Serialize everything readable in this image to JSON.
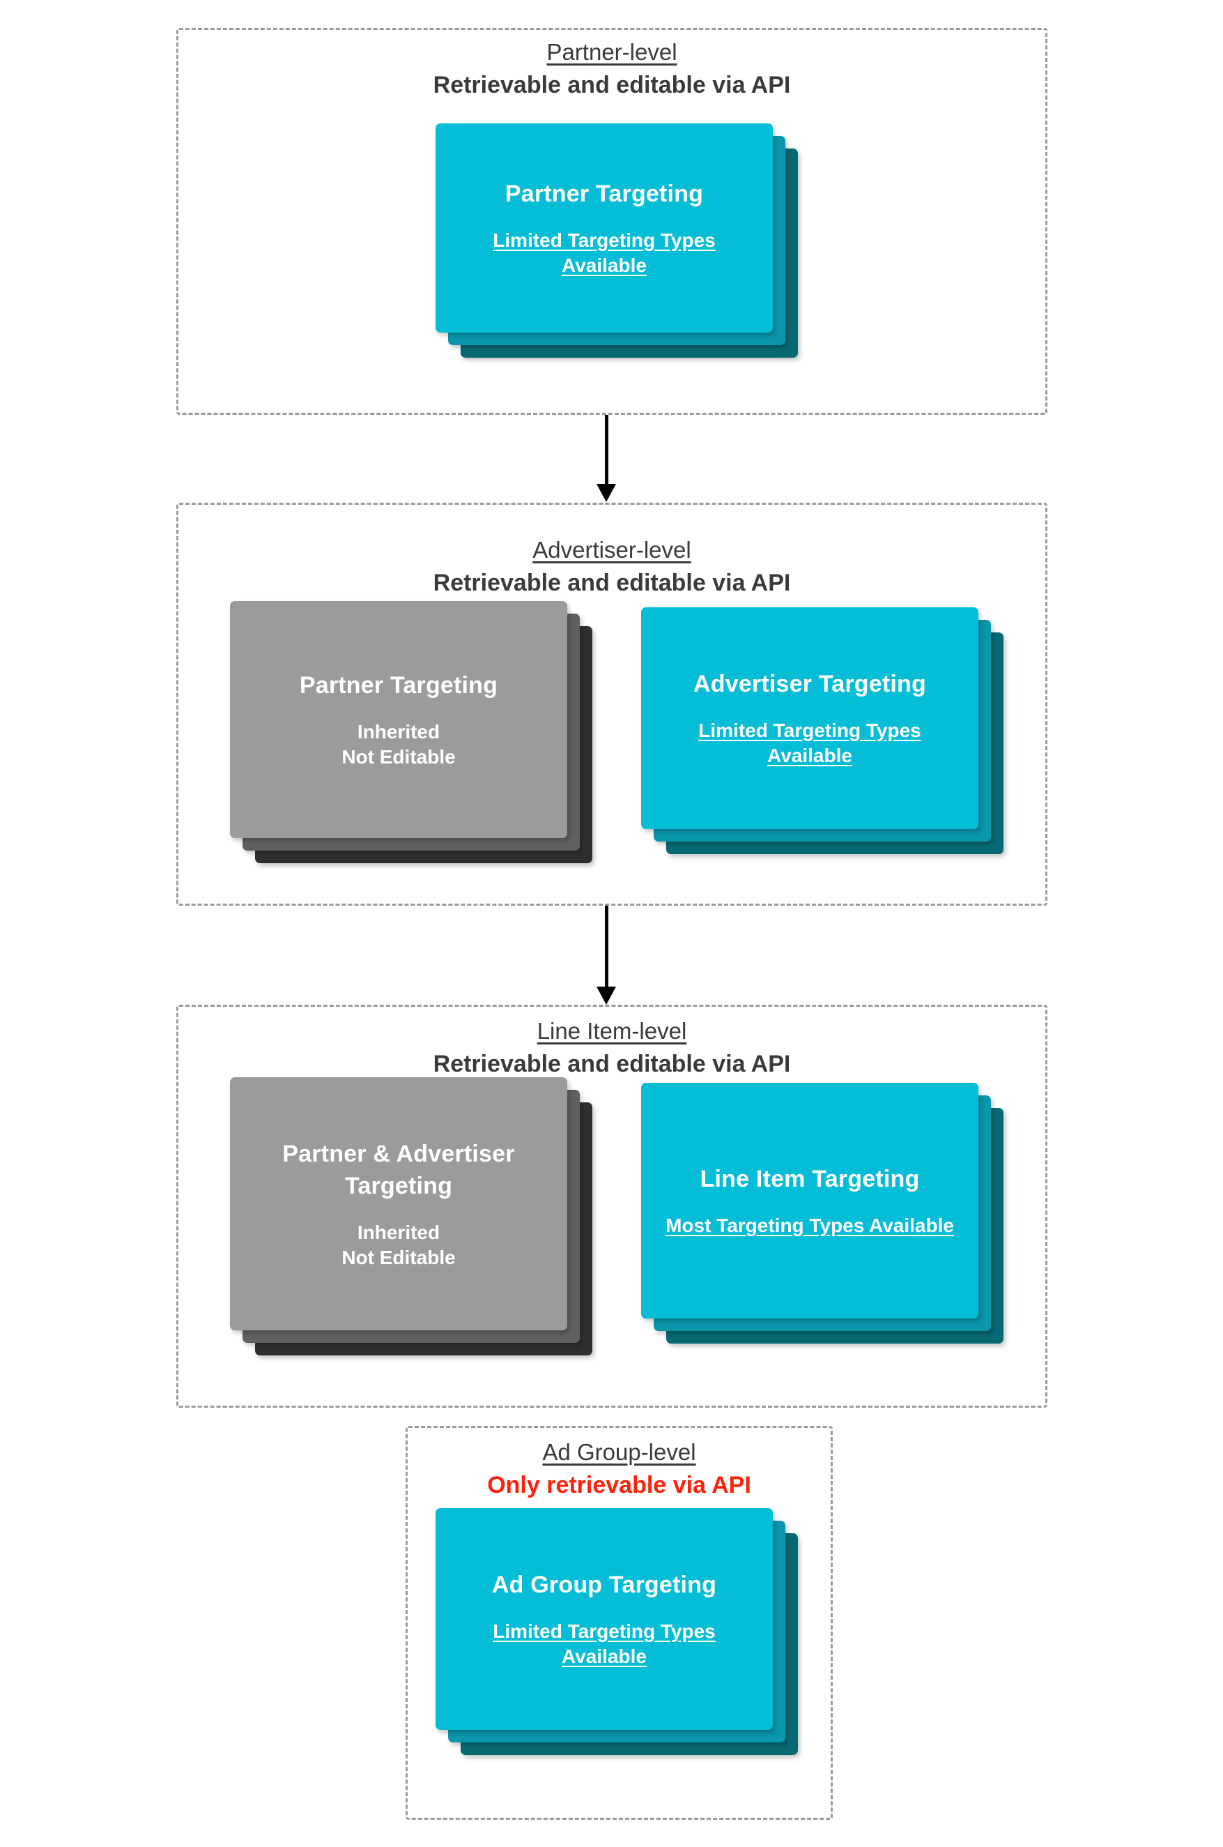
{
  "diagram": {
    "type": "flow-hierarchy",
    "title": "Targeting inheritance across Partner, Advertiser, Line Item and Ad Group levels",
    "colors": {
      "card_cyan_front": "#05bdd6",
      "card_cyan_mid": "#0a96ab",
      "card_cyan_back": "#076a72",
      "card_gray_front": "#9b9b9b",
      "card_gray_mid": "#606060",
      "card_gray_back": "#2f2f2f",
      "dashed_border": "#9a9a9a",
      "text_dark": "#3a3a3a",
      "text_alert_red": "#ff2008",
      "card_text": "#ffffff",
      "arrow": "#000000"
    },
    "levels": [
      {
        "id": "partner-level",
        "title": "Partner-level",
        "subtitle": "Retrievable and editable via API",
        "subtitle_alert": false,
        "cards": [
          {
            "id": "partner-targeting",
            "style": "cyan",
            "title": "Partner Targeting",
            "note": "Limited Targeting Types Available",
            "note_underlined": true
          }
        ]
      },
      {
        "id": "advertiser-level",
        "title": "Advertiser-level",
        "subtitle": "Retrievable and editable via API",
        "subtitle_alert": false,
        "cards": [
          {
            "id": "partner-targeting-inherited",
            "style": "gray",
            "title": "Partner Targeting",
            "note": "Inherited\nNot Editable",
            "note_underlined": false
          },
          {
            "id": "advertiser-targeting",
            "style": "cyan",
            "title": "Advertiser Targeting",
            "note": "Limited Targeting Types Available",
            "note_underlined": true
          }
        ]
      },
      {
        "id": "line-item-level",
        "title": "Line Item-level",
        "subtitle": "Retrievable and editable via API",
        "subtitle_alert": false,
        "cards": [
          {
            "id": "partner-advertiser-targeting-inherited",
            "style": "gray",
            "title": "Partner & Advertiser Targeting",
            "note": "Inherited\nNot Editable",
            "note_underlined": false
          },
          {
            "id": "line-item-targeting",
            "style": "cyan",
            "title": "Line Item Targeting",
            "note": "Most Targeting Types Available",
            "note_underlined": true
          }
        ]
      },
      {
        "id": "ad-group-level",
        "title": "Ad Group-level",
        "subtitle": "Only retrievable via API",
        "subtitle_alert": true,
        "cards": [
          {
            "id": "ad-group-targeting",
            "style": "cyan",
            "title": "Ad Group Targeting",
            "note": "Limited Targeting Types Available",
            "note_underlined": true
          }
        ]
      }
    ],
    "connectors": [
      {
        "id": "arrow-partner-to-advertiser",
        "from": "partner-level",
        "to": "advertiser-level"
      },
      {
        "id": "arrow-advertiser-to-line-item",
        "from": "advertiser-level",
        "to": "line-item-level"
      }
    ]
  }
}
